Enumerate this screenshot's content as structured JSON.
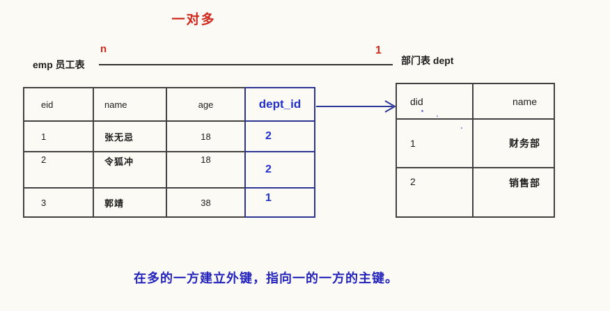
{
  "title": "一对多",
  "relation": {
    "left_table_label": "emp 员工表",
    "many_cardinality": "n",
    "one_cardinality": "1",
    "right_table_label": "部门表 dept"
  },
  "emp": {
    "headers": [
      "eid",
      "name",
      "age",
      "dept_id"
    ],
    "rows": [
      [
        "1",
        "张无忌",
        "18",
        "2"
      ],
      [
        "2",
        "令狐冲",
        "18",
        "2"
      ],
      [
        "3",
        "郭靖",
        "38",
        "1"
      ]
    ]
  },
  "dept": {
    "headers": [
      "did",
      "name"
    ],
    "rows": [
      [
        "1",
        "财务部"
      ],
      [
        "2",
        "销售部"
      ]
    ]
  },
  "note": "在多的一方建立外键，指向一的一方的主键。",
  "colors": {
    "accent_red": "#d0281c",
    "foreign_key_blue": "#2130cc",
    "fk_border_blue": "#2b3494",
    "note_blue": "#2424bc",
    "border_dark": "#404040",
    "arrow_blue": "#2b3699",
    "background": "#fbfaf5"
  }
}
